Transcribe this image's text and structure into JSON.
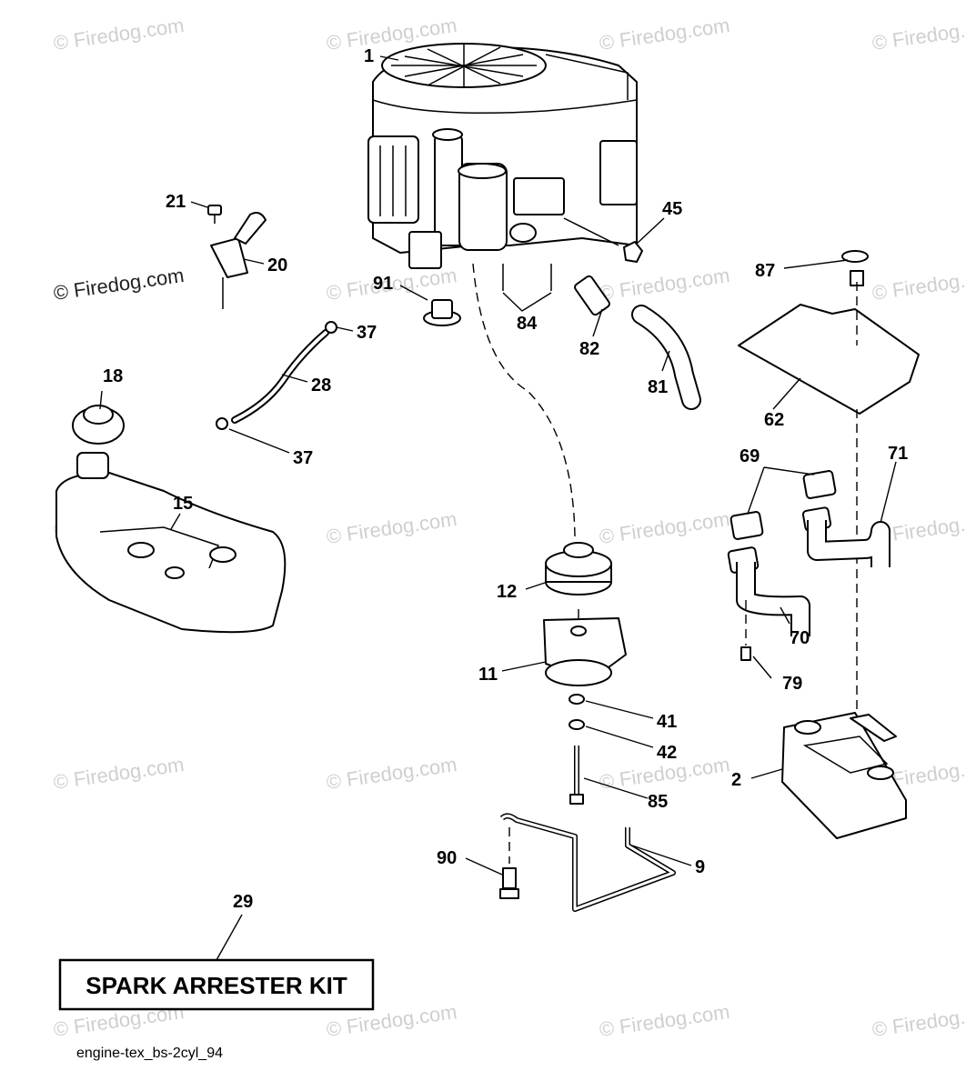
{
  "watermark": "© Firedog.com",
  "kit_label": "SPARK ARRESTER KIT",
  "caption": "engine-tex_bs-2cyl_94",
  "callouts": {
    "p1": "1",
    "p2": "2",
    "p9": "9",
    "p11": "11",
    "p12": "12",
    "p15": "15",
    "p18": "18",
    "p20": "20",
    "p21": "21",
    "p28": "28",
    "p29": "29",
    "p37a": "37",
    "p37b": "37",
    "p41": "41",
    "p42": "42",
    "p45": "45",
    "p62": "62",
    "p69": "69",
    "p70": "70",
    "p71": "71",
    "p79": "79",
    "p81": "81",
    "p82": "82",
    "p84": "84",
    "p85": "85",
    "p87": "87",
    "p90": "90",
    "p91": "91"
  }
}
